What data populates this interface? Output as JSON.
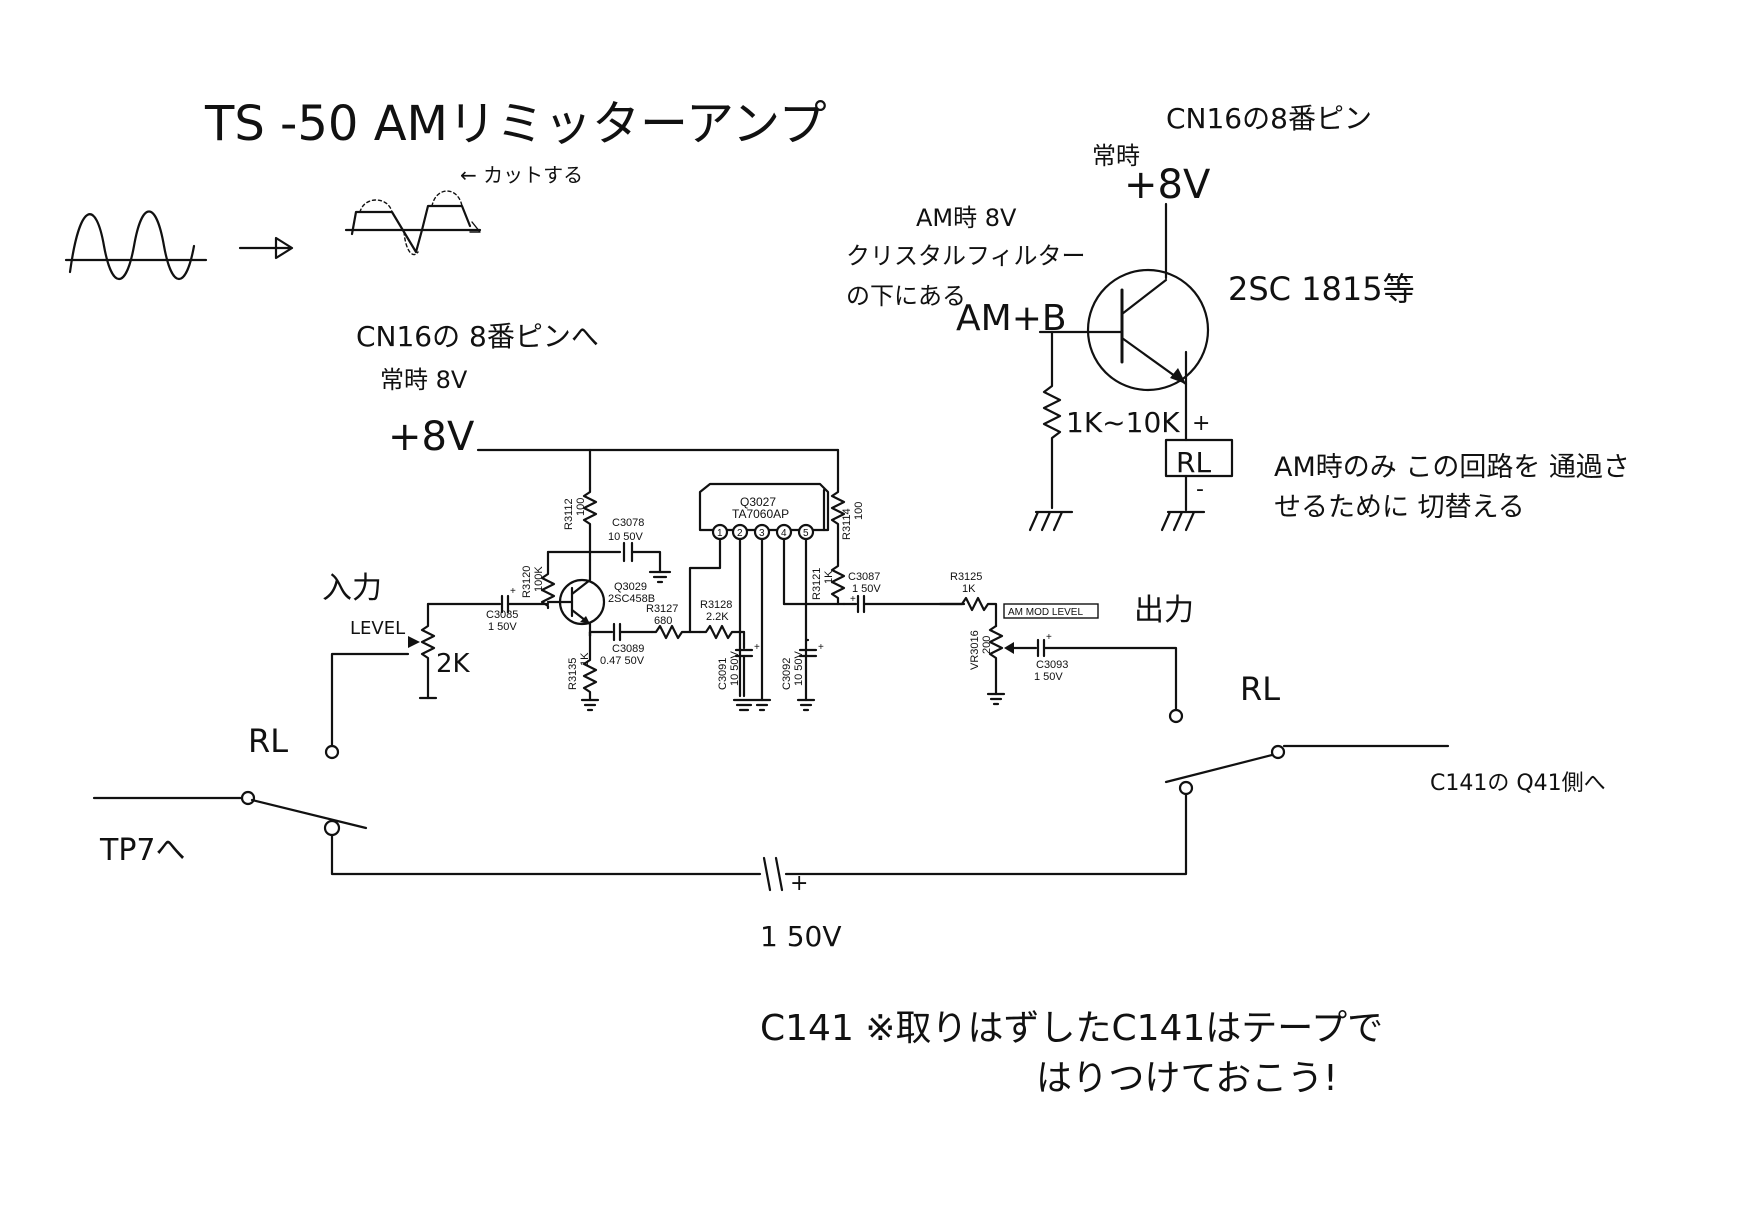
{
  "title": "TS -50  AMリミッターアンプ",
  "waveform": {
    "note": "← カットする"
  },
  "top_supply": {
    "note_line1": "CN16の 8番ピンへ",
    "note_line2": "常時 8V",
    "label": "+8V"
  },
  "switch_circuit": {
    "supply_note_a": "常時",
    "supply_note_b": "CN16の8番ピン",
    "supply_label": "+8V",
    "base_note_line1": "AM時 8V",
    "base_note_line2": "クリスタルフィルター",
    "base_note_line3": "の下にある",
    "base_label": "AM+B",
    "transistor_label": "2SC 1815等",
    "resistor_label": "1K~10K",
    "relay_label": "RL",
    "plus_label": "+",
    "minus_label": "-",
    "explain_line1": "AM時のみ この回路を 通過さ",
    "explain_line2": "せるために 切替える"
  },
  "input_label": "入力",
  "level_label": "LEVEL",
  "pot_value": "2K",
  "output_label": "出力",
  "rl_left": "RL",
  "rl_right": "RL",
  "tp7_label": "TP7へ",
  "c141_side_label": "C141の  Q41側へ",
  "bypass_cap_value": "1  50V",
  "bypass_cap_plus": "+",
  "footer_line1": "C141  ※取りはずしたC141はテープで",
  "footer_line2": "はりつけておこう!",
  "components": {
    "r3112": {
      "ref": "R3112",
      "value": "100"
    },
    "c3078": {
      "ref": "C3078",
      "value": "10  50V"
    },
    "r3120": {
      "ref": "R3120",
      "value": "100K"
    },
    "q3029": {
      "ref": "Q3029",
      "value": "2SC458B"
    },
    "c3085": {
      "ref": "C3085",
      "value": "1  50V"
    },
    "c3089": {
      "ref": "C3089",
      "value": "0.47  50V"
    },
    "r3135": {
      "ref": "R3135",
      "value": "1K"
    },
    "r3127": {
      "ref": "R3127",
      "value": "680"
    },
    "r3128": {
      "ref": "R3128",
      "value": "2.2K"
    },
    "c3091": {
      "ref": "C3091",
      "value": "10  50V"
    },
    "c3092": {
      "ref": "C3092",
      "value": "10  50V"
    },
    "q3027": {
      "ref": "Q3027",
      "value": "TA7060AP"
    },
    "ic_pins": [
      "1",
      "2",
      "3",
      "4",
      "5"
    ],
    "r3114": {
      "ref": "R3114",
      "value": "100"
    },
    "r3121": {
      "ref": "R3121",
      "value": "1K"
    },
    "c3087": {
      "ref": "C3087",
      "value": "1  50V"
    },
    "r3125": {
      "ref": "R3125",
      "value": "1K"
    },
    "vr3016": {
      "ref": "VR3016",
      "value": "200"
    },
    "mod_level": "AM MOD LEVEL",
    "c3093": {
      "ref": "C3093",
      "value": "1  50V"
    }
  }
}
